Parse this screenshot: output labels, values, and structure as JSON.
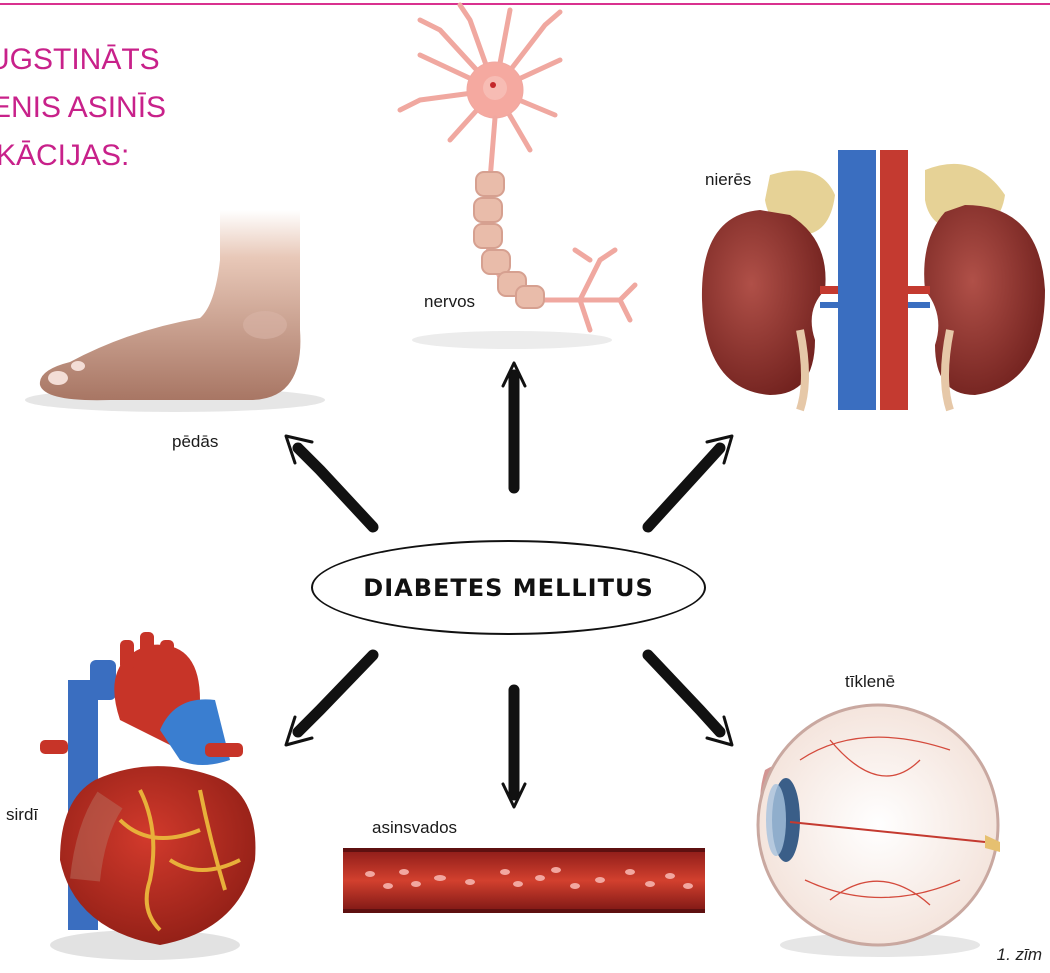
{
  "heading": {
    "line1": "UGSTINĀTS",
    "line2": "ENIS ASINĪS",
    "line3": "KĀCIJAS:"
  },
  "center": {
    "label": "DIABETES MELLITUS"
  },
  "organs": {
    "feet": "pēdās",
    "nerves": "nervos",
    "kidneys": "nierēs",
    "heart": "sirdī",
    "vessels": "asinsvados",
    "retina": "tīklenē"
  },
  "figure_note": "1. zīm",
  "colors": {
    "accent": "#c8218a",
    "rule": "#d9318f",
    "arrow": "#111111"
  }
}
